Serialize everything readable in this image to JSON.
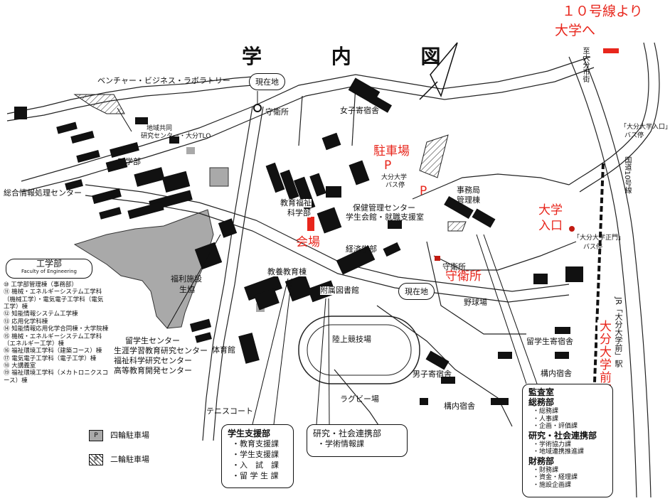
{
  "title": "学 内 図",
  "red_labels": {
    "route10_line1": "１０号線より",
    "route10_line2": "大学へ",
    "parking": "駐車場",
    "p_mark": "P",
    "venue": "会場",
    "guardhouse": "守衛所",
    "entrance_line1": "大学",
    "entrance_line2": "入口",
    "station": "大分大学前駅"
  },
  "bubbles": {
    "current_location_top": "現在地",
    "current_location_mid": "現在地"
  },
  "labels": {
    "venture_lab": "ベンチャー・ビジネス・ラボラトリー",
    "guard_top": "守衛所",
    "womens_dorm": "女子寄宿舎",
    "collab_center_1": "地域共同",
    "collab_center_2": "研究センター・大分TLO",
    "engineering": "工学部",
    "info_center": "総合情報処理センター",
    "edu_welfare_1": "教育福祉",
    "edu_welfare_2": "科学部",
    "health_center": "保健管理センター",
    "student_hall": "学生会館・就職支援室",
    "bus_stop_univ": "大分大学",
    "bus_stop_univ2": "バス停",
    "admin_1": "事務局",
    "admin_2": "管理棟",
    "economics": "経済学部",
    "liberal_arts": "教養教育棟",
    "welfare_1": "福利施設",
    "welfare_2": "生協",
    "library": "附属図書館",
    "guard_mid": "守衛所",
    "baseball": "野球場",
    "track": "陸上競技場",
    "gym": "体育館",
    "tennis": "テニスコート",
    "rugby": "ラグビー場",
    "mens_dorm": "男子寄宿舎",
    "campus_housing_1": "構内宿舎",
    "campus_housing_2": "構内宿舎",
    "intl_dorm": "留学生寄宿舎",
    "route10_road": "国道10号線",
    "bus_stop_univ_entrance": "「大分大学入口」",
    "bus_stop_word1": "バス停",
    "bus_stop_main_gate": "「大分大学正門」",
    "bus_stop_word2": "バス停",
    "jr_station": "JR「大分大学前」駅",
    "prefectural_road": "至大分市街",
    "centers_1": "留学生センター",
    "centers_2": "生涯学習教育研究センター",
    "centers_3": "福祉科学研究センター",
    "centers_4": "高等教育開発センター"
  },
  "engineering_legend": {
    "heading": "工学部",
    "subheading": "Faculty of Engineering",
    "items": [
      "⑩ 工学部管理棟（事務部）",
      "⑪ 機械・エネルギーシステム工学科（機械工学）・電気電子工学科（電気工学）棟",
      "⑫ 知能情報システム工学棟",
      "⑬ 応用化学科棟",
      "⑭ 知能情報応用化学合同棟・大学院棟",
      "⑮ 機械・エネルギーシステム工学科（エネルギー工学）棟",
      "⑯ 福祉環境工学科（建築コース）棟",
      "⑰ 電気電子工学科（電子工学）棟",
      "⑱ 大講義室",
      "⑲ 福祉環境工学科（メカトロニクスコース）棟"
    ]
  },
  "map_key": {
    "four_wheel": "四輪駐車場",
    "two_wheel": "二輪駐車場",
    "p": "P"
  },
  "student_support": {
    "heading": "学生支援部",
    "items": [
      "教育支援課",
      "学生支援課",
      "入　試　課",
      "留 学 生 課"
    ]
  },
  "research_dept": {
    "heading": "研究・社会連携部",
    "items": [
      "学術情報課"
    ]
  },
  "admin_box": {
    "line1": "監査室",
    "line2": "総務部",
    "sections": [
      {
        "heading": "",
        "items": [
          "総務課",
          "人事課",
          "企画・評価課"
        ]
      },
      {
        "heading": "研究・社会連携部",
        "items": [
          "学術協力課",
          "地域連携推進課"
        ]
      },
      {
        "heading": "財務部",
        "items": [
          "財務課",
          "資金・経理課",
          "施設企画課"
        ]
      }
    ]
  },
  "colors": {
    "accent_red": "#e8261c",
    "building": "#111111",
    "parking_gray": "#a9a9a9"
  }
}
